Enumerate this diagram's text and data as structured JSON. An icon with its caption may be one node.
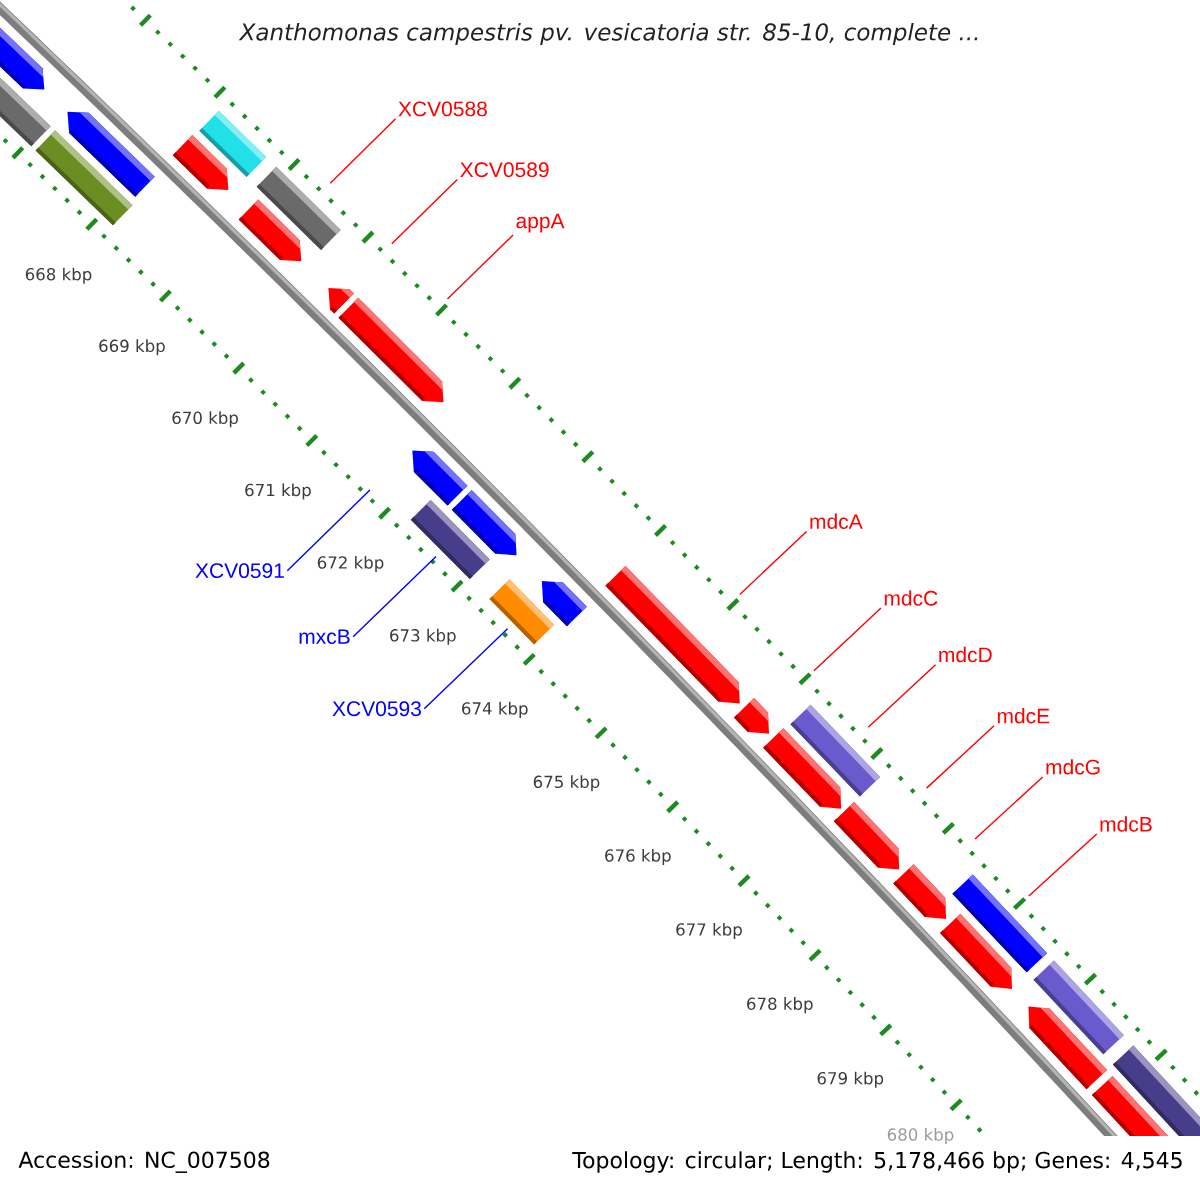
{
  "diagram": {
    "title": "Xanthomonas campestris pv. vesicatoria str. 85-10, complete ...",
    "nodes": [
      {
        "text": [
          "XCV0588"
        ]
      },
      {
        "text": [
          "XCV0589"
        ]
      },
      {
        "text": [
          "appA"
        ]
      },
      {
        "text": [
          "XCV0591"
        ]
      },
      {
        "text": [
          "mxcB"
        ]
      },
      {
        "text": [
          "XCV0593"
        ]
      },
      {
        "text": [
          "mdcA"
        ]
      },
      {
        "text": [
          "mdcC"
        ]
      },
      {
        "text": [
          "mdcD"
        ]
      },
      {
        "text": [
          "mdcE"
        ]
      },
      {
        "text": [
          "mdcG"
        ]
      },
      {
        "text": [
          "mdcB"
        ]
      }
    ],
    "edges": [
      {
        "from": 0,
        "to": null,
        "arrow": "none"
      },
      {
        "from": 1,
        "to": null,
        "arrow": "none"
      },
      {
        "from": 2,
        "to": null,
        "arrow": "none"
      },
      {
        "from": 3,
        "to": null,
        "arrow": "none",
        "color": "#0000ff"
      },
      {
        "from": 4,
        "to": null,
        "arrow": "none",
        "color": "#0000ff"
      },
      {
        "from": 5,
        "to": null,
        "arrow": "none",
        "color": "#0000ff"
      },
      {
        "from": 6,
        "to": null,
        "arrow": "none"
      },
      {
        "from": 7,
        "to": null,
        "arrow": "none"
      },
      {
        "from": 8,
        "to": null,
        "arrow": "none"
      },
      {
        "from": 9,
        "to": null,
        "arrow": "none"
      },
      {
        "from": 10,
        "to": null,
        "arrow": "none"
      },
      {
        "from": 11,
        "to": null,
        "arrow": "none"
      }
    ],
    "labels": [
      "668 kbp",
      "669 kbp",
      "670 kbp",
      "671 kbp",
      "672 kbp",
      "673 kbp",
      "674 kbp",
      "675 kbp",
      "676 kbp",
      "677 kbp",
      "678 kbp",
      "679 kbp",
      "680 kbp",
      "Accession: NC_007508",
      "Topology: circular; Length: 5,178,466 bp; Genes: 4,545"
    ]
  }
}
